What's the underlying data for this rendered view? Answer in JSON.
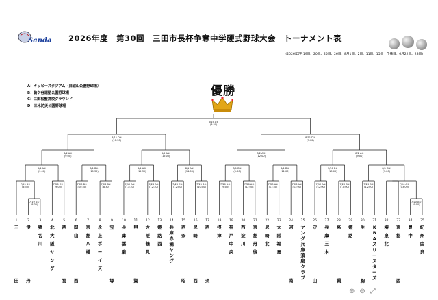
{
  "header": {
    "logo_text": "Sanda",
    "title": "2026年度　第30回　三田市長杯争奪中学硬式野球大会　トーナメント表",
    "dates": "(2026年7月19日、20日、25日、26日、8月1日、2日、11日、15日　予備日：6月22日、23日)"
  },
  "champion_label": "優勝",
  "legend": [
    "A：キッピースタジアム（旧城山公園野球場）",
    "B：駒ケ谷運動公園野球場",
    "C：三田松聖高校グラウンド",
    "D：三木防災公園野球場"
  ],
  "final": {
    "date": "8/15",
    "venue": "A①",
    "time": "(8:30)"
  },
  "semis": [
    {
      "date": "8/11",
      "venue": "D②",
      "time": "(11:30)"
    },
    {
      "date": "8/11",
      "venue": "D①",
      "time": "(9:00)"
    }
  ],
  "quarters": [
    {
      "date": "8/2",
      "venue": "A①",
      "time": "(9:00)"
    },
    {
      "date": "8/2",
      "venue": "A②",
      "time": "(12:00)"
    },
    {
      "date": "8/2",
      "venue": "A③",
      "time": "(12:00)"
    },
    {
      "date": "8/2",
      "venue": "A④",
      "time": "(9:00)"
    }
  ],
  "round16": [
    {
      "date": "8/1",
      "venue": "A①",
      "time": "(9:00)"
    },
    {
      "date": "8/1",
      "venue": "B②",
      "time": "(10:30)"
    },
    {
      "date": "8/1",
      "venue": "A③",
      "time": "(12:30)"
    },
    {
      "date": "8/1",
      "venue": "A④",
      "time": "(14:00)"
    },
    {
      "date": "8/1",
      "venue": "D①",
      "time": "(9:00)"
    },
    {
      "date": "8/1",
      "venue": "D②",
      "time": "(11:00)"
    },
    {
      "date": "7/26",
      "venue": "B②",
      "time": "(10:00)"
    },
    {
      "date": "8/1",
      "venue": "D①",
      "time": "(9:00)"
    }
  ],
  "round32": [
    {
      "date": "7/25",
      "venue": "B①",
      "time": "(8:30)"
    },
    {
      "date": "7/26",
      "venue": "C①",
      "time": "(9:00)"
    },
    {
      "date": "7/20",
      "venue": "B②",
      "time": "(10:30)"
    },
    {
      "date": "7/26",
      "venue": "B①",
      "time": "(8:30)"
    },
    {
      "date": "7/19",
      "venue": "A①",
      "time": "(11:30)"
    },
    {
      "date": "7/26",
      "venue": "A②",
      "time": "(12:30)"
    },
    {
      "date": "7/26",
      "venue": "C②",
      "time": "(12:00)"
    },
    {
      "date": "7/25",
      "venue": "B②",
      "time": "(10:00)"
    },
    {
      "date": "7/20",
      "venue": "A①",
      "time": "(9:00)"
    },
    {
      "date": "7/26",
      "venue": "A③",
      "time": "(12:00)"
    },
    {
      "date": "7/20",
      "venue": "A②",
      "time": "(11:30)"
    },
    {
      "date": "7/26",
      "venue": "A④",
      "time": "(13:00)"
    },
    {
      "date": "7/19",
      "venue": "A②",
      "time": "(12:00)"
    },
    {
      "date": "7/20",
      "venue": "B①",
      "time": "(10:00)"
    },
    {
      "date": "7/26",
      "venue": "B③",
      "time": "(12:00)"
    },
    {
      "date": "7/26",
      "venue": "A③",
      "time": "(13:00)"
    }
  ],
  "prelim": [
    {
      "date": "7/19",
      "venue": "A①",
      "time": "(8:30)"
    },
    {
      "date": "7/20",
      "venue": "A①",
      "time": "(9:00)"
    }
  ],
  "teams": [
    {
      "num": "1",
      "top": "三",
      "bottom": "田"
    },
    {
      "num": "2",
      "top": "伊",
      "bottom": "丹"
    },
    {
      "num": "3",
      "top": "猪名川",
      "bottom": ""
    },
    {
      "num": "4",
      "top": "北大阪ヤング",
      "bottom": ""
    },
    {
      "num": "5",
      "top": "西",
      "bottom": "宮"
    },
    {
      "num": "6",
      "top": "岡山",
      "bottom": "西"
    },
    {
      "num": "7",
      "top": "京都八幡",
      "bottom": ""
    },
    {
      "num": "8",
      "top": "永上ボーイズ",
      "bottom": ""
    },
    {
      "num": "9",
      "top": "宝",
      "bottom": "塚"
    },
    {
      "num": "10",
      "top": "兵庫播磨",
      "bottom": ""
    },
    {
      "num": "11",
      "top": "甲",
      "bottom": "賀"
    },
    {
      "num": "12",
      "top": "大阪鶴見",
      "bottom": ""
    },
    {
      "num": "13",
      "top": "姫路西",
      "bottom": ""
    },
    {
      "num": "14",
      "top": "兵庫赤穂ヤング",
      "bottom": ""
    },
    {
      "num": "15",
      "top": "西条",
      "bottom": "昭"
    },
    {
      "num": "16",
      "top": "尼崎",
      "bottom": "西"
    },
    {
      "num": "17",
      "top": "西",
      "bottom": "淡"
    },
    {
      "num": "18",
      "top": "摂津",
      "bottom": ""
    },
    {
      "num": "19",
      "top": "神戸中央",
      "bottom": ""
    },
    {
      "num": "20",
      "top": "西淀川",
      "bottom": ""
    },
    {
      "num": "21",
      "top": "京都丹後",
      "bottom": ""
    },
    {
      "num": "22",
      "top": "尼崎北",
      "bottom": ""
    },
    {
      "num": "23",
      "top": "大阪福島",
      "bottom": ""
    },
    {
      "num": "24",
      "top": "河",
      "bottom": "南"
    },
    {
      "num": "25",
      "top": "ヤング兵庫須磨クラブ",
      "bottom": ""
    },
    {
      "num": "26",
      "top": "守",
      "bottom": "山"
    },
    {
      "num": "27",
      "top": "兵庫三木",
      "bottom": ""
    },
    {
      "num": "28",
      "top": "高",
      "bottom": "槻"
    },
    {
      "num": "29",
      "top": "姫路",
      "bottom": ""
    },
    {
      "num": "30",
      "top": "生",
      "bottom": "駒"
    },
    {
      "num": "31",
      "top": "KBAスリースターズ",
      "bottom": ""
    },
    {
      "num": "32",
      "top": "堺泉北",
      "bottom": ""
    },
    {
      "num": "33",
      "top": "京都",
      "bottom": "西"
    },
    {
      "num": "34",
      "top": "豊中",
      "bottom": ""
    },
    {
      "num": "35",
      "top": "紀州由良",
      "bottom": ""
    }
  ]
}
